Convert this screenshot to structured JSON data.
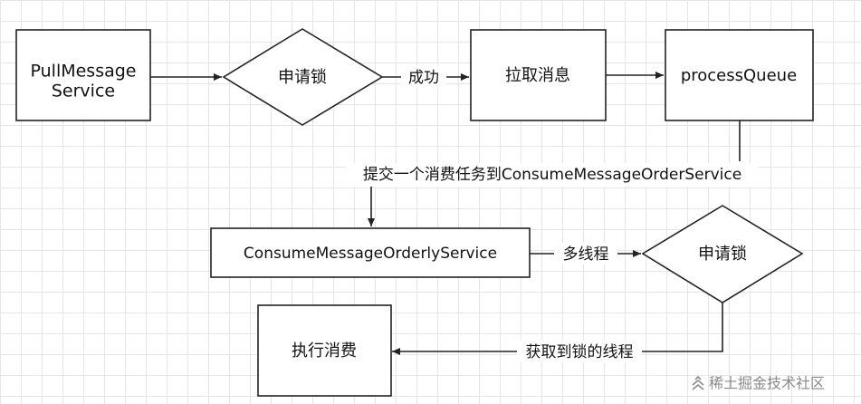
{
  "nodes": {
    "pull_service": {
      "line1": "PullMessage",
      "line2": "Service"
    },
    "lock1": "申请锁",
    "pull_msg": "拉取消息",
    "process_queue": "processQueue",
    "consume_service": "ConsumeMessageOrderlyService",
    "lock2": "申请锁",
    "execute": "执行消费"
  },
  "edges": {
    "success": "成功",
    "submit_task": "提交一个消费任务到ConsumeMessageOrderService",
    "multithread": "多线程",
    "lock_holder": "获取到锁的线程"
  },
  "watermark": {
    "text": "稀土掘金技术社区"
  },
  "colors": {
    "stroke": "#222222",
    "text": "#111111",
    "grid": "#e6e6e6",
    "watermark": "#8a8a8a"
  }
}
